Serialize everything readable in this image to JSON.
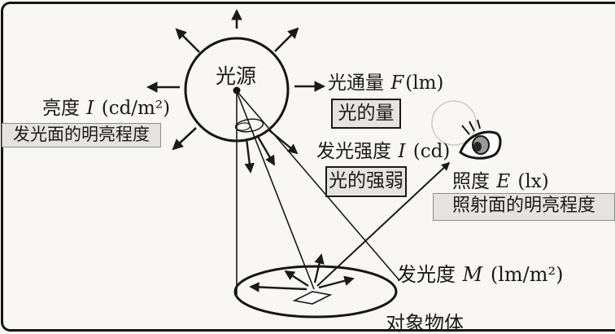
{
  "figure": {
    "type": "photometry-concepts-diagram"
  },
  "colors": {
    "background": "#f8f7f5",
    "ink": "#1a1a1a",
    "note_box_fill": "#e4e3e1",
    "note_box_border": "#8d8d8b",
    "observer_circle": "#cbcac8",
    "iris_gray": "#9a9a9a"
  },
  "labels": {
    "light_source": "光源",
    "object": "对象物体",
    "luminance": {
      "prefix": "亮度 ",
      "symbol": "I",
      "unit": " (cd/m²)"
    },
    "luminance_note": "发光面的明亮程度",
    "luminous_flux": {
      "prefix": "光通量 ",
      "symbol": "F",
      "unit": "(lm)"
    },
    "flux_note": "光的量",
    "luminous_intensity": {
      "prefix": "发光强度 ",
      "symbol": "I",
      "unit": " (cd)"
    },
    "intensity_note": "光的强弱",
    "illuminance": {
      "prefix": "照度 ",
      "symbol": "E",
      "unit": " (lx)"
    },
    "illuminance_note": "照射面的明亮程度",
    "luminous_exitance": {
      "prefix": "发光度 ",
      "symbol": "M",
      "unit": " (lm/m²)"
    }
  },
  "icons": {
    "eye": "eye-icon",
    "solid_angle": "solid-angle-marker",
    "light_source_dot": "light-source-dot"
  }
}
